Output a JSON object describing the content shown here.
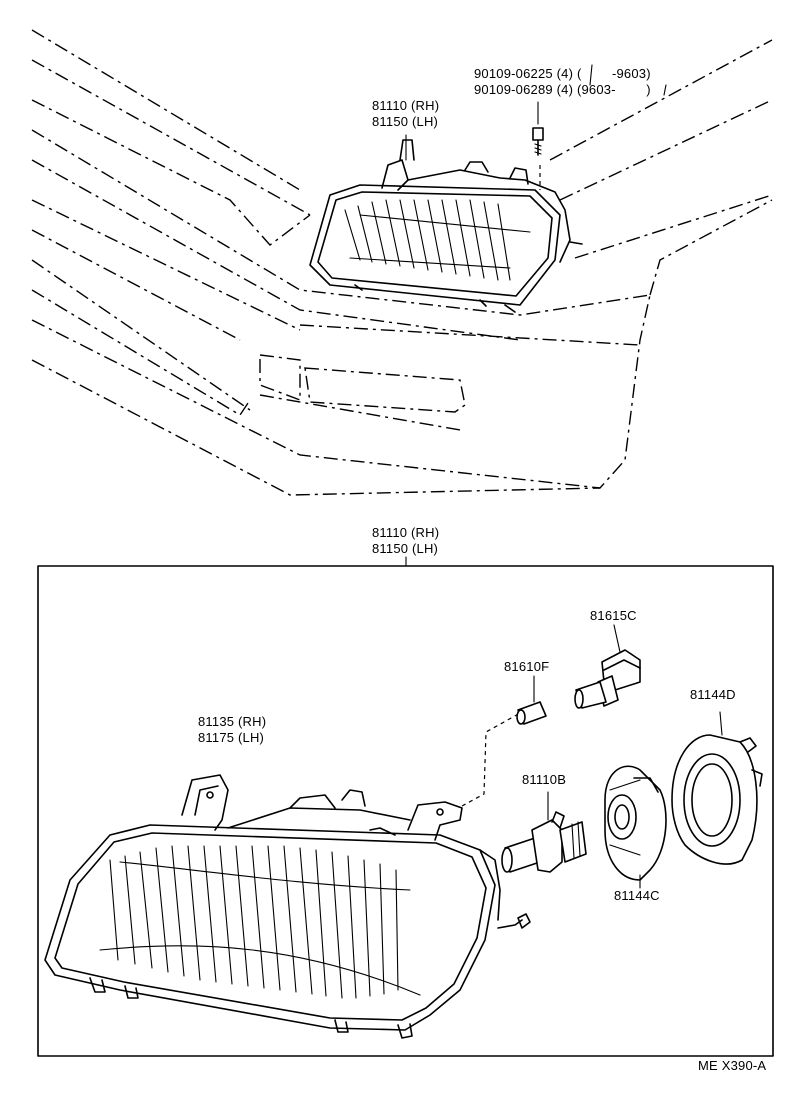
{
  "diagram_code": "ME X390-A",
  "labels": {
    "screw_part_1": "90109-06225 (4) (        -9603)",
    "screw_part_2": "90109-06289 (4) (9603-        )",
    "top_headlamp_rh": "81110 (RH)",
    "top_headlamp_lh": "81150 (LH)",
    "box_headlamp_rh": "81110 (RH)",
    "box_headlamp_lh": "81150 (LH)",
    "housing_rh": "81135 (RH)",
    "housing_lh": "81175 (LH)",
    "socket": "81615C",
    "bulb_small": "81610F",
    "bulb_main": "81110B",
    "cover_outer": "81144D",
    "cover_inner": "81144C"
  }
}
